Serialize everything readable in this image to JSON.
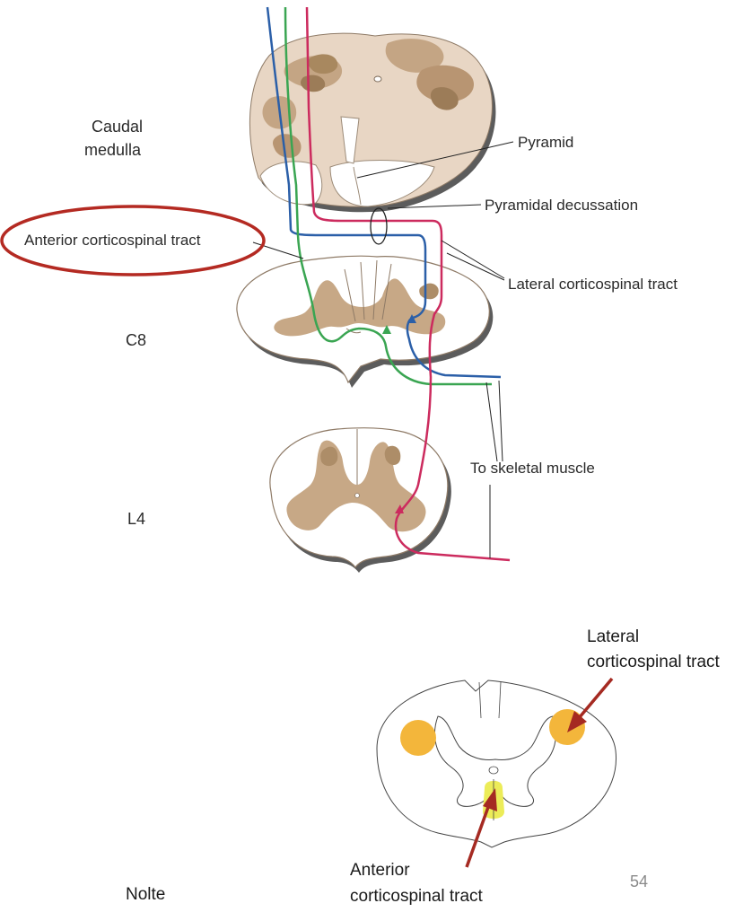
{
  "upper": {
    "levels": {
      "medulla_line1": "Caudal",
      "medulla_line2": "medulla",
      "c8": "C8",
      "l4": "L4"
    },
    "labels": {
      "pyramid": "Pyramid",
      "pyramidal_decussation": "Pyramidal decussation",
      "anterior_corticospinal": "Anterior corticospinal tract",
      "lateral_corticospinal": "Lateral corticospinal tract",
      "to_skeletal_muscle": "To skeletal muscle"
    }
  },
  "lower": {
    "lateral_line1": "Lateral",
    "lateral_line2": "corticospinal tract",
    "anterior_line1": "Anterior",
    "anterior_line2": "corticospinal tract"
  },
  "footer": {
    "source": "Nolte",
    "page_number": "54"
  },
  "colors": {
    "blue_tract": "#2b5fa8",
    "green_tract": "#3aa552",
    "red_tract": "#cc2b5e",
    "gray_matter": "#c9ab8c",
    "gray_matter_dark": "#ad8d68",
    "medulla_fill": "#ead8c6",
    "circle_highlight": "#b42a22",
    "arrow": "#a52a22",
    "lateral_tract_fill": "#f3b63b",
    "anterior_tract_fill": "#ecec58"
  }
}
